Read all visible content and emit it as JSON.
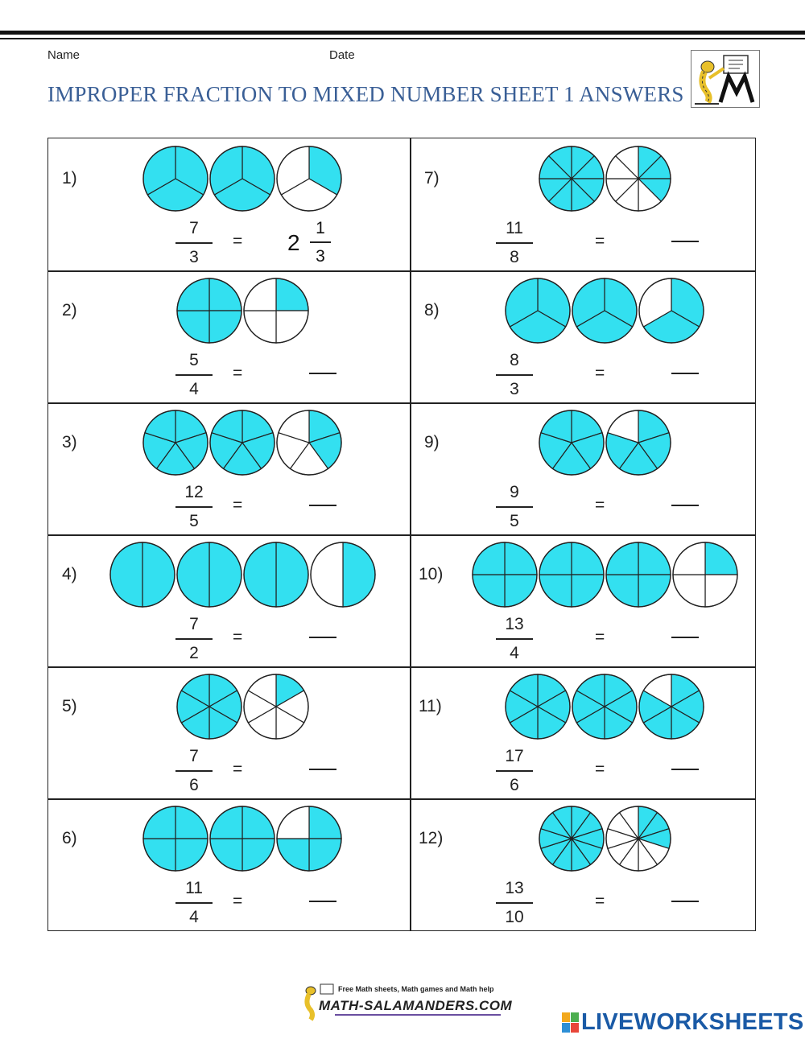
{
  "header": {
    "name_label": "Name",
    "date_label": "Date",
    "title": "IMPROPER FRACTION TO MIXED NUMBER SHEET 1 ANSWERS"
  },
  "colors": {
    "fill": "#33e0f0",
    "title": "#3a5f96",
    "brand": "#1a5aa6"
  },
  "problems": [
    {
      "label": "1)",
      "numerator": "7",
      "denominator": "3",
      "equals": "=",
      "answer": {
        "whole": "2",
        "numerator": "1",
        "denominator": "3"
      },
      "circles": 3,
      "parts": 3,
      "shaded": 7
    },
    {
      "label": "2)",
      "numerator": "5",
      "denominator": "4",
      "equals": "=",
      "circles": 2,
      "parts": 4,
      "shaded": 5
    },
    {
      "label": "3)",
      "numerator": "12",
      "denominator": "5",
      "equals": "=",
      "circles": 3,
      "parts": 5,
      "shaded": 12
    },
    {
      "label": "4)",
      "numerator": "7",
      "denominator": "2",
      "equals": "=",
      "circles": 4,
      "parts": 2,
      "shaded": 7
    },
    {
      "label": "5)",
      "numerator": "7",
      "denominator": "6",
      "equals": "=",
      "circles": 2,
      "parts": 6,
      "shaded": 7
    },
    {
      "label": "6)",
      "numerator": "11",
      "denominator": "4",
      "equals": "=",
      "circles": 3,
      "parts": 4,
      "shaded": 11
    },
    {
      "label": "7)",
      "numerator": "11",
      "denominator": "8",
      "equals": "=",
      "circles": 2,
      "parts": 8,
      "shaded": 11
    },
    {
      "label": "8)",
      "numerator": "8",
      "denominator": "3",
      "equals": "=",
      "circles": 3,
      "parts": 3,
      "shaded": 8
    },
    {
      "label": "9)",
      "numerator": "9",
      "denominator": "5",
      "equals": "=",
      "circles": 2,
      "parts": 5,
      "shaded": 9
    },
    {
      "label": "10)",
      "numerator": "13",
      "denominator": "4",
      "equals": "=",
      "circles": 4,
      "parts": 4,
      "shaded": 13
    },
    {
      "label": "11)",
      "numerator": "17",
      "denominator": "6",
      "equals": "=",
      "circles": 3,
      "parts": 6,
      "shaded": 17
    },
    {
      "label": "12)",
      "numerator": "13",
      "denominator": "10",
      "equals": "=",
      "circles": 2,
      "parts": 10,
      "shaded": 13
    }
  ],
  "footer": {
    "tagline": "Free Math sheets, Math games and Math help",
    "site": "MATH-SALAMANDERS.COM",
    "watermark": "LIVEWORKSHEETS"
  },
  "icons": [
    "salamander-logo-icon",
    "liveworksheets-logo-icon"
  ]
}
